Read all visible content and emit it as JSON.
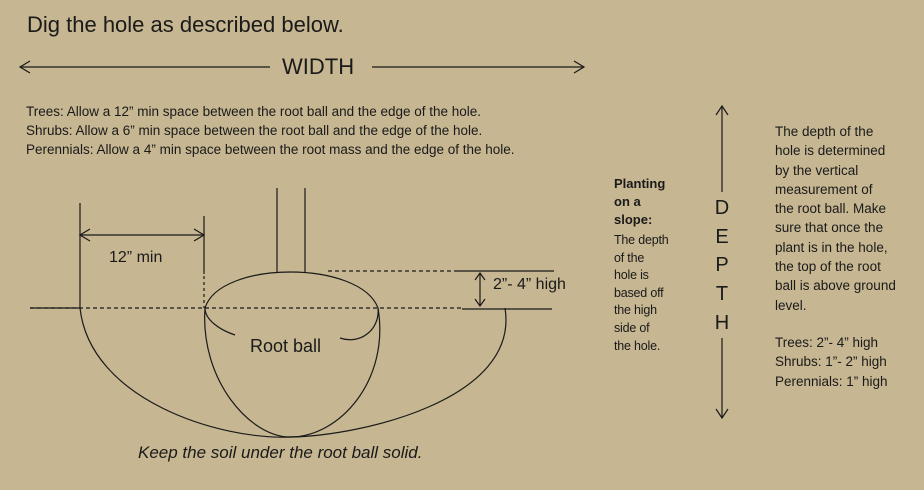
{
  "title": "Dig the hole as described below.",
  "width_label": "WIDTH",
  "spacing_rules": [
    "Trees:  Allow a 12” min space between the root ball and the edge of the hole.",
    "Shrubs:  Allow a 6” min space between the root ball and the edge of the hole.",
    "Perennials:  Allow a 4” min space between the root mass and the edge of the hole."
  ],
  "diagram": {
    "min_label": "12” min",
    "high_label": "2”- 4” high",
    "root_ball_label": "Root ball",
    "soil_note": "Keep the soil under the root ball solid."
  },
  "slope": {
    "title_lines": [
      "Planting",
      "on a",
      "slope:"
    ],
    "text_lines": [
      "The depth",
      "of the",
      "hole is",
      "based off",
      "the high",
      "side of",
      "the hole."
    ]
  },
  "depth_letters": [
    "D",
    "E",
    "P",
    "T",
    "H"
  ],
  "depth_description_lines": [
    "The depth of the",
    "hole is determined",
    "by the vertical",
    "measurement of",
    "the root ball.  Make",
    "sure that once the",
    "plant is in the hole,",
    "the top of the root",
    "ball is above ground",
    "level."
  ],
  "height_recommendations": [
    "Trees:  2”- 4” high",
    "Shrubs:  1”- 2” high",
    "Perennials:  1” high"
  ]
}
